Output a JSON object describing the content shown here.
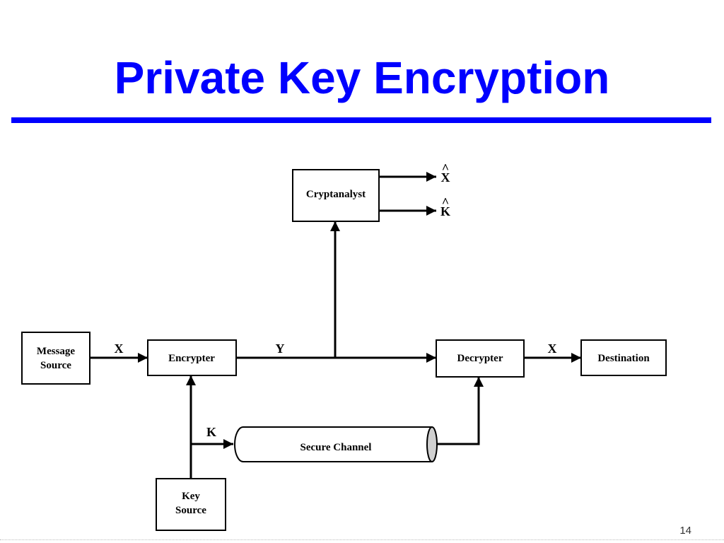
{
  "slide": {
    "title": "Private Key Encryption",
    "page_number": "14",
    "accent_color": "#0000ff"
  },
  "diagram": {
    "nodes": {
      "message_source": {
        "lines": [
          "Message",
          "Source"
        ]
      },
      "encrypter": {
        "lines": [
          "Encrypter"
        ]
      },
      "decrypter": {
        "lines": [
          "Decrypter"
        ]
      },
      "destination": {
        "lines": [
          "Destination"
        ]
      },
      "cryptanalyst": {
        "lines": [
          "Cryptanalyst"
        ]
      },
      "key_source": {
        "lines": [
          "Key",
          "Source"
        ]
      },
      "secure_channel": {
        "lines": [
          "Secure Channel"
        ]
      }
    },
    "edge_labels": {
      "plaintext_in": "X",
      "ciphertext": "Y",
      "plaintext_out": "X",
      "key": "K",
      "estimate_x_letter": "X",
      "estimate_k_letter": "K",
      "hat": "^"
    }
  }
}
